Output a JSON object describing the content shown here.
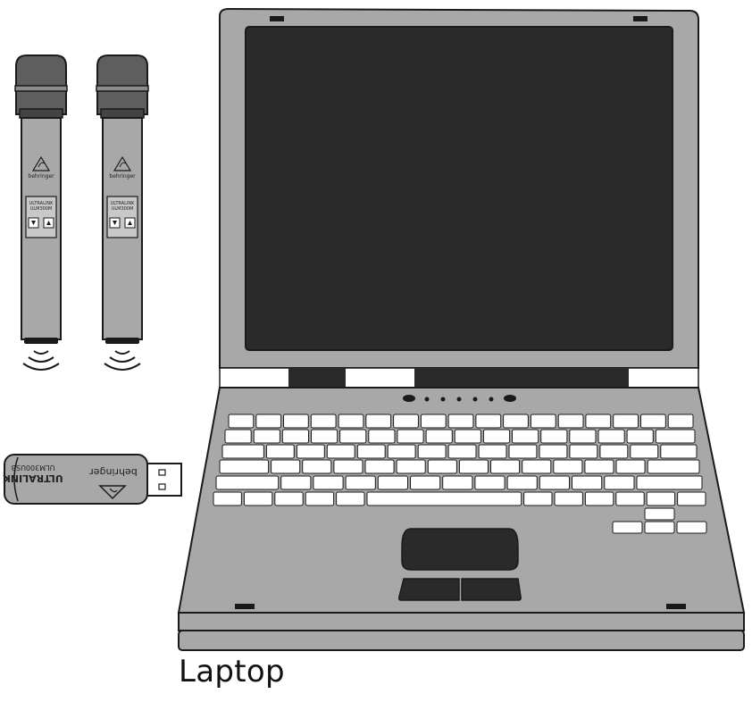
{
  "caption": "Laptop",
  "microphone": {
    "brand": "behringer",
    "model_line1": "ULTRALINK",
    "model_line2": "ULM300M"
  },
  "usb_receiver": {
    "brand": "behringer",
    "model_line1": "ULTRALINK",
    "model_line2": "ULM300USB"
  },
  "colors": {
    "body_gray": "#a8a8a8",
    "dark_gray": "#5e5e5e",
    "screen": "#2a2a2a",
    "outline": "#1a1a1a",
    "key_fill": "#ffffff"
  }
}
